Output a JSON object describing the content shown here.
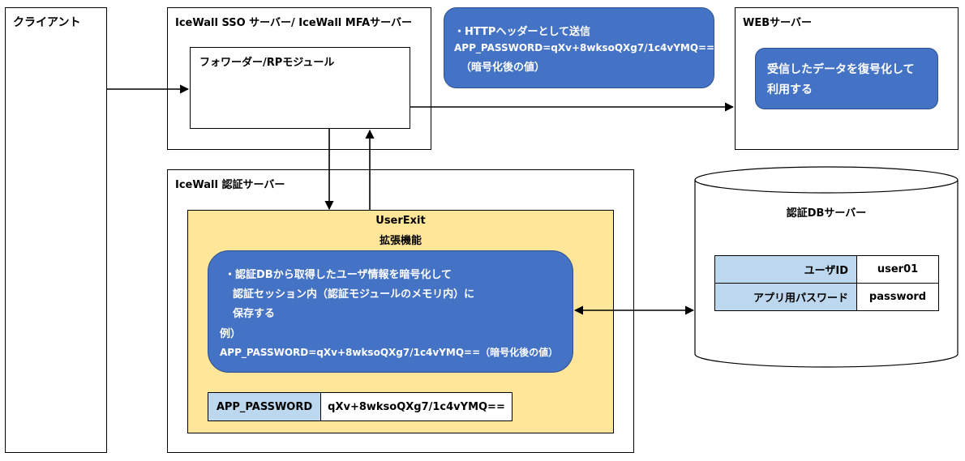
{
  "client": {
    "title": "クライアント"
  },
  "sso_server": {
    "title": "IceWall SSO サーバー/ IceWall MFAサーバー"
  },
  "forwarder": {
    "title": "フォワーダー/RPモジュール"
  },
  "http_note": {
    "line1": "・HTTPヘッダーとして送信",
    "line2": "APP_PASSWORD=qXv+8wksoQXg7/1c4vYMQ==",
    "line3": "（暗号化後の値）"
  },
  "web_server": {
    "title": "WEBサーバー",
    "note_line1": "受信したデータを復号化して",
    "note_line2": "利用する"
  },
  "auth_server": {
    "title": "IceWall 認証サーバー"
  },
  "userexit": {
    "title_line1": "UserExit",
    "title_line2": "拡張機能",
    "note_line1": "・認証DBから取得したユーザ情報を暗号化して",
    "note_line2": "認証セッション内（認証モジュールのメモリ内）に",
    "note_line3": "保存する",
    "note_line4": "例）",
    "note_line5": "APP_PASSWORD=qXv+8wksoQXg7/1c4vYMQ==（暗号化後の値）",
    "field_key": "APP_PASSWORD",
    "field_value": "qXv+8wksoQXg7/1c4vYMQ=="
  },
  "db_server": {
    "title": "認証DBサーバー",
    "rows": [
      {
        "key": "ユーザID",
        "value": "user01"
      },
      {
        "key": "アプリ用パスワード",
        "value": "password"
      }
    ]
  },
  "colors": {
    "blue_fill": "#4472c4",
    "yellow_fill": "#ffe699",
    "key_fill": "#bdd7ee"
  }
}
